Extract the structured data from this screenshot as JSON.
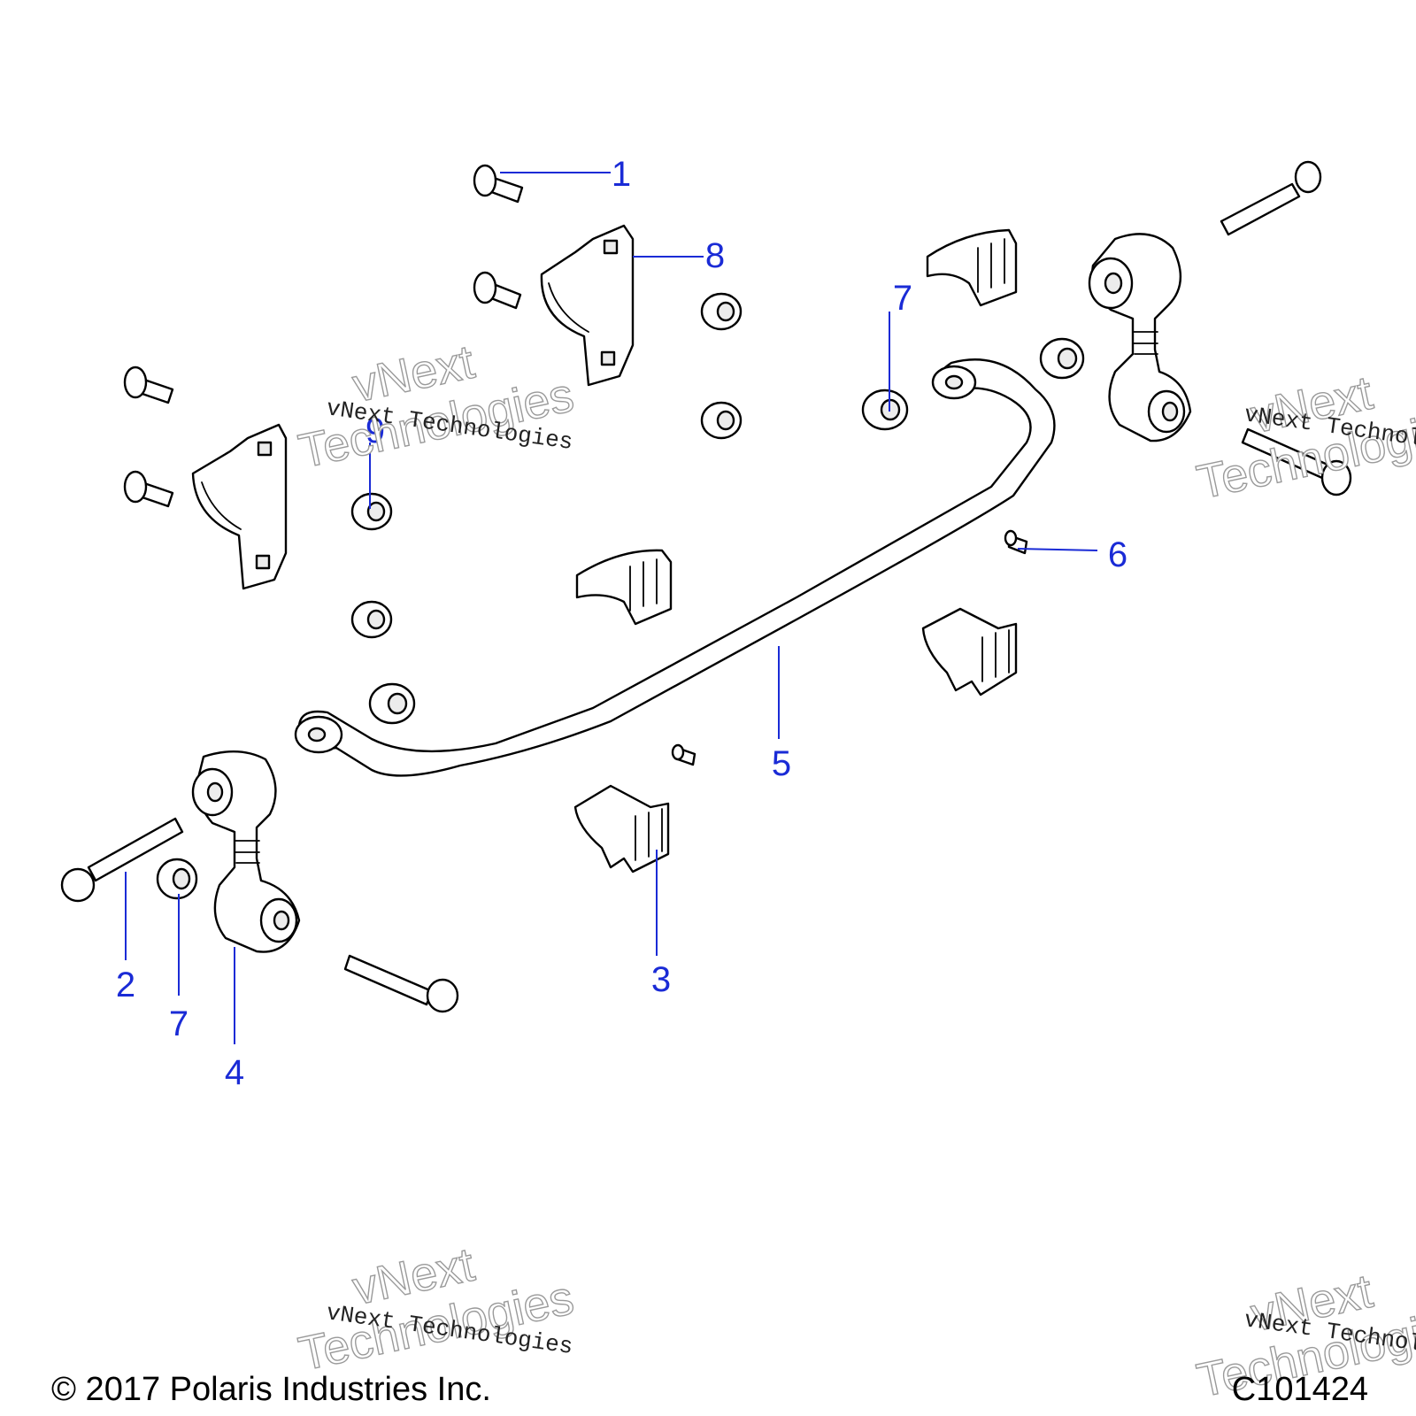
{
  "callouts": [
    {
      "id": "1",
      "label": "1"
    },
    {
      "id": "2",
      "label": "2"
    },
    {
      "id": "3",
      "label": "3"
    },
    {
      "id": "4",
      "label": "4"
    },
    {
      "id": "5",
      "label": "5"
    },
    {
      "id": "6",
      "label": "6"
    },
    {
      "id": "7a",
      "label": "7"
    },
    {
      "id": "7b",
      "label": "7"
    },
    {
      "id": "8",
      "label": "8"
    },
    {
      "id": "9",
      "label": "9"
    }
  ],
  "watermark": {
    "line": "vNext Technologies",
    "ghost_top": "vNext",
    "ghost_bottom": "Technologies"
  },
  "footer": {
    "copyright": "© 2017 Polaris Industries Inc.",
    "code": "C101424"
  },
  "colors": {
    "callout": "#1a2bd6",
    "line": "#000000"
  }
}
